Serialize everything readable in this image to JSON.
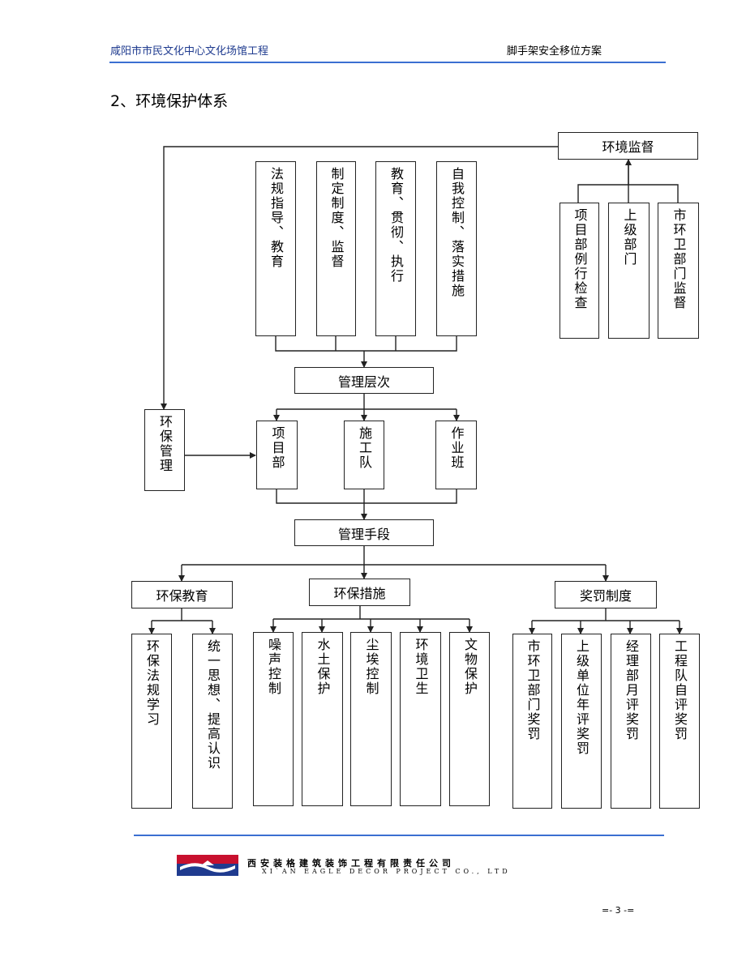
{
  "header": {
    "left": "咸阳市市民文化中心文化场馆工程",
    "right": "脚手架安全移位方案"
  },
  "section_title": "2、环境保护体系",
  "diagram": {
    "supervision": {
      "title": "环境监督",
      "items": [
        "项目部例行检查",
        "上级部门",
        "市环卫部门监督"
      ]
    },
    "guidance": [
      "法规指导、教育",
      "制定制度、监督",
      "教育、贯彻、执行",
      "自我控制、落实措施"
    ],
    "management_level": "管理层次",
    "env_management": "环保管理",
    "levels": [
      "项目部",
      "施工队",
      "作业班"
    ],
    "management_means": "管理手段",
    "categories": [
      {
        "title": "环保教育",
        "items": [
          "环保法规学习",
          "统一思想、提高认识"
        ]
      },
      {
        "title": "环保措施",
        "items": [
          "噪声控制",
          "水土保护",
          "尘埃控制",
          "环境卫生",
          "文物保护"
        ]
      },
      {
        "title": "奖罚制度",
        "items": [
          "市环卫部门奖罚",
          "上级单位年评奖罚",
          "经理部月评奖罚",
          "工程队自评奖罚"
        ]
      }
    ]
  },
  "footer": {
    "company_cn": "西安装格建筑装饰工程有限责任公司",
    "company_en": "XI`AN EAGLE DECOR PROJECT CO., LTD",
    "page": "=- 3 -=",
    "colors": {
      "logo_red": "#c8102e",
      "logo_blue": "#1f3b8f",
      "rule_blue": "#3b6fd1"
    }
  }
}
